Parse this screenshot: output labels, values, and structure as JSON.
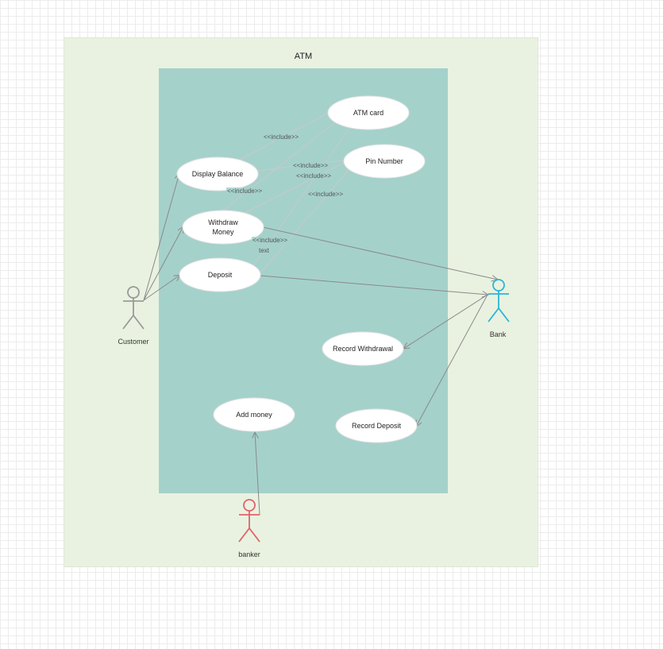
{
  "diagram": {
    "system_title": "ATM",
    "use_cases": {
      "atm_card": "ATM card",
      "pin_number": "Pin Number",
      "display_balance": "Display Balance",
      "withdraw_money": "Withdraw\nMoney",
      "deposit": "Deposit",
      "record_withdrawal": "Record Withdrawal",
      "add_money": "Add money",
      "record_deposit": "Record Deposit"
    },
    "actors": {
      "customer": "Customer",
      "bank": "Bank",
      "banker": "banker"
    },
    "edge_labels": {
      "include_1": "<<include>>",
      "include_2": "<<include>>",
      "include_3": "<<include>>",
      "include_4": "<<include>>",
      "include_5": "<<include>>",
      "include_6": "<<include>>",
      "text_label": "text"
    },
    "colors": {
      "customer_actor": "#9a9a9a",
      "bank_actor": "#2bb5d8",
      "banker_actor": "#e0626a",
      "system_fill": "#a5d1cb",
      "frame_fill": "#e9f2e0"
    }
  }
}
